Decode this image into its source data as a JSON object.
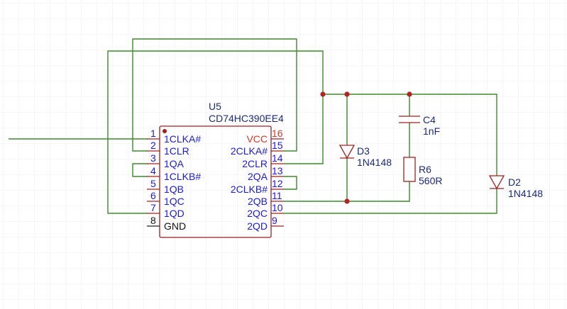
{
  "ic": {
    "ref": "U5",
    "value": "CD74HC390EE4",
    "left_pins": [
      {
        "num": "1",
        "name": "1CLKA#"
      },
      {
        "num": "2",
        "name": "1CLR"
      },
      {
        "num": "3",
        "name": "1QA"
      },
      {
        "num": "4",
        "name": "1CLKB#"
      },
      {
        "num": "5",
        "name": "1QB"
      },
      {
        "num": "6",
        "name": "1QC"
      },
      {
        "num": "7",
        "name": "1QD"
      },
      {
        "num": "8",
        "name": "GND"
      }
    ],
    "right_pins": [
      {
        "num": "16",
        "name": "VCC"
      },
      {
        "num": "15",
        "name": "2CLKA#"
      },
      {
        "num": "14",
        "name": "2CLR"
      },
      {
        "num": "13",
        "name": "2QA"
      },
      {
        "num": "12",
        "name": "2CLKB#"
      },
      {
        "num": "11",
        "name": "2QB"
      },
      {
        "num": "10",
        "name": "2QC"
      },
      {
        "num": "9",
        "name": "2QD"
      }
    ]
  },
  "components": {
    "d3": {
      "ref": "D3",
      "value": "1N4148"
    },
    "c4": {
      "ref": "C4",
      "value": "1nF"
    },
    "r6": {
      "ref": "R6",
      "value": "560R"
    },
    "d2": {
      "ref": "D2",
      "value": "1N4148"
    }
  },
  "colors": {
    "wire": "#3d8a2a",
    "part": "#a02020",
    "pin_text": "#1b1bd6",
    "power_text": "#d03a2a",
    "grid": "#eef0f4"
  }
}
